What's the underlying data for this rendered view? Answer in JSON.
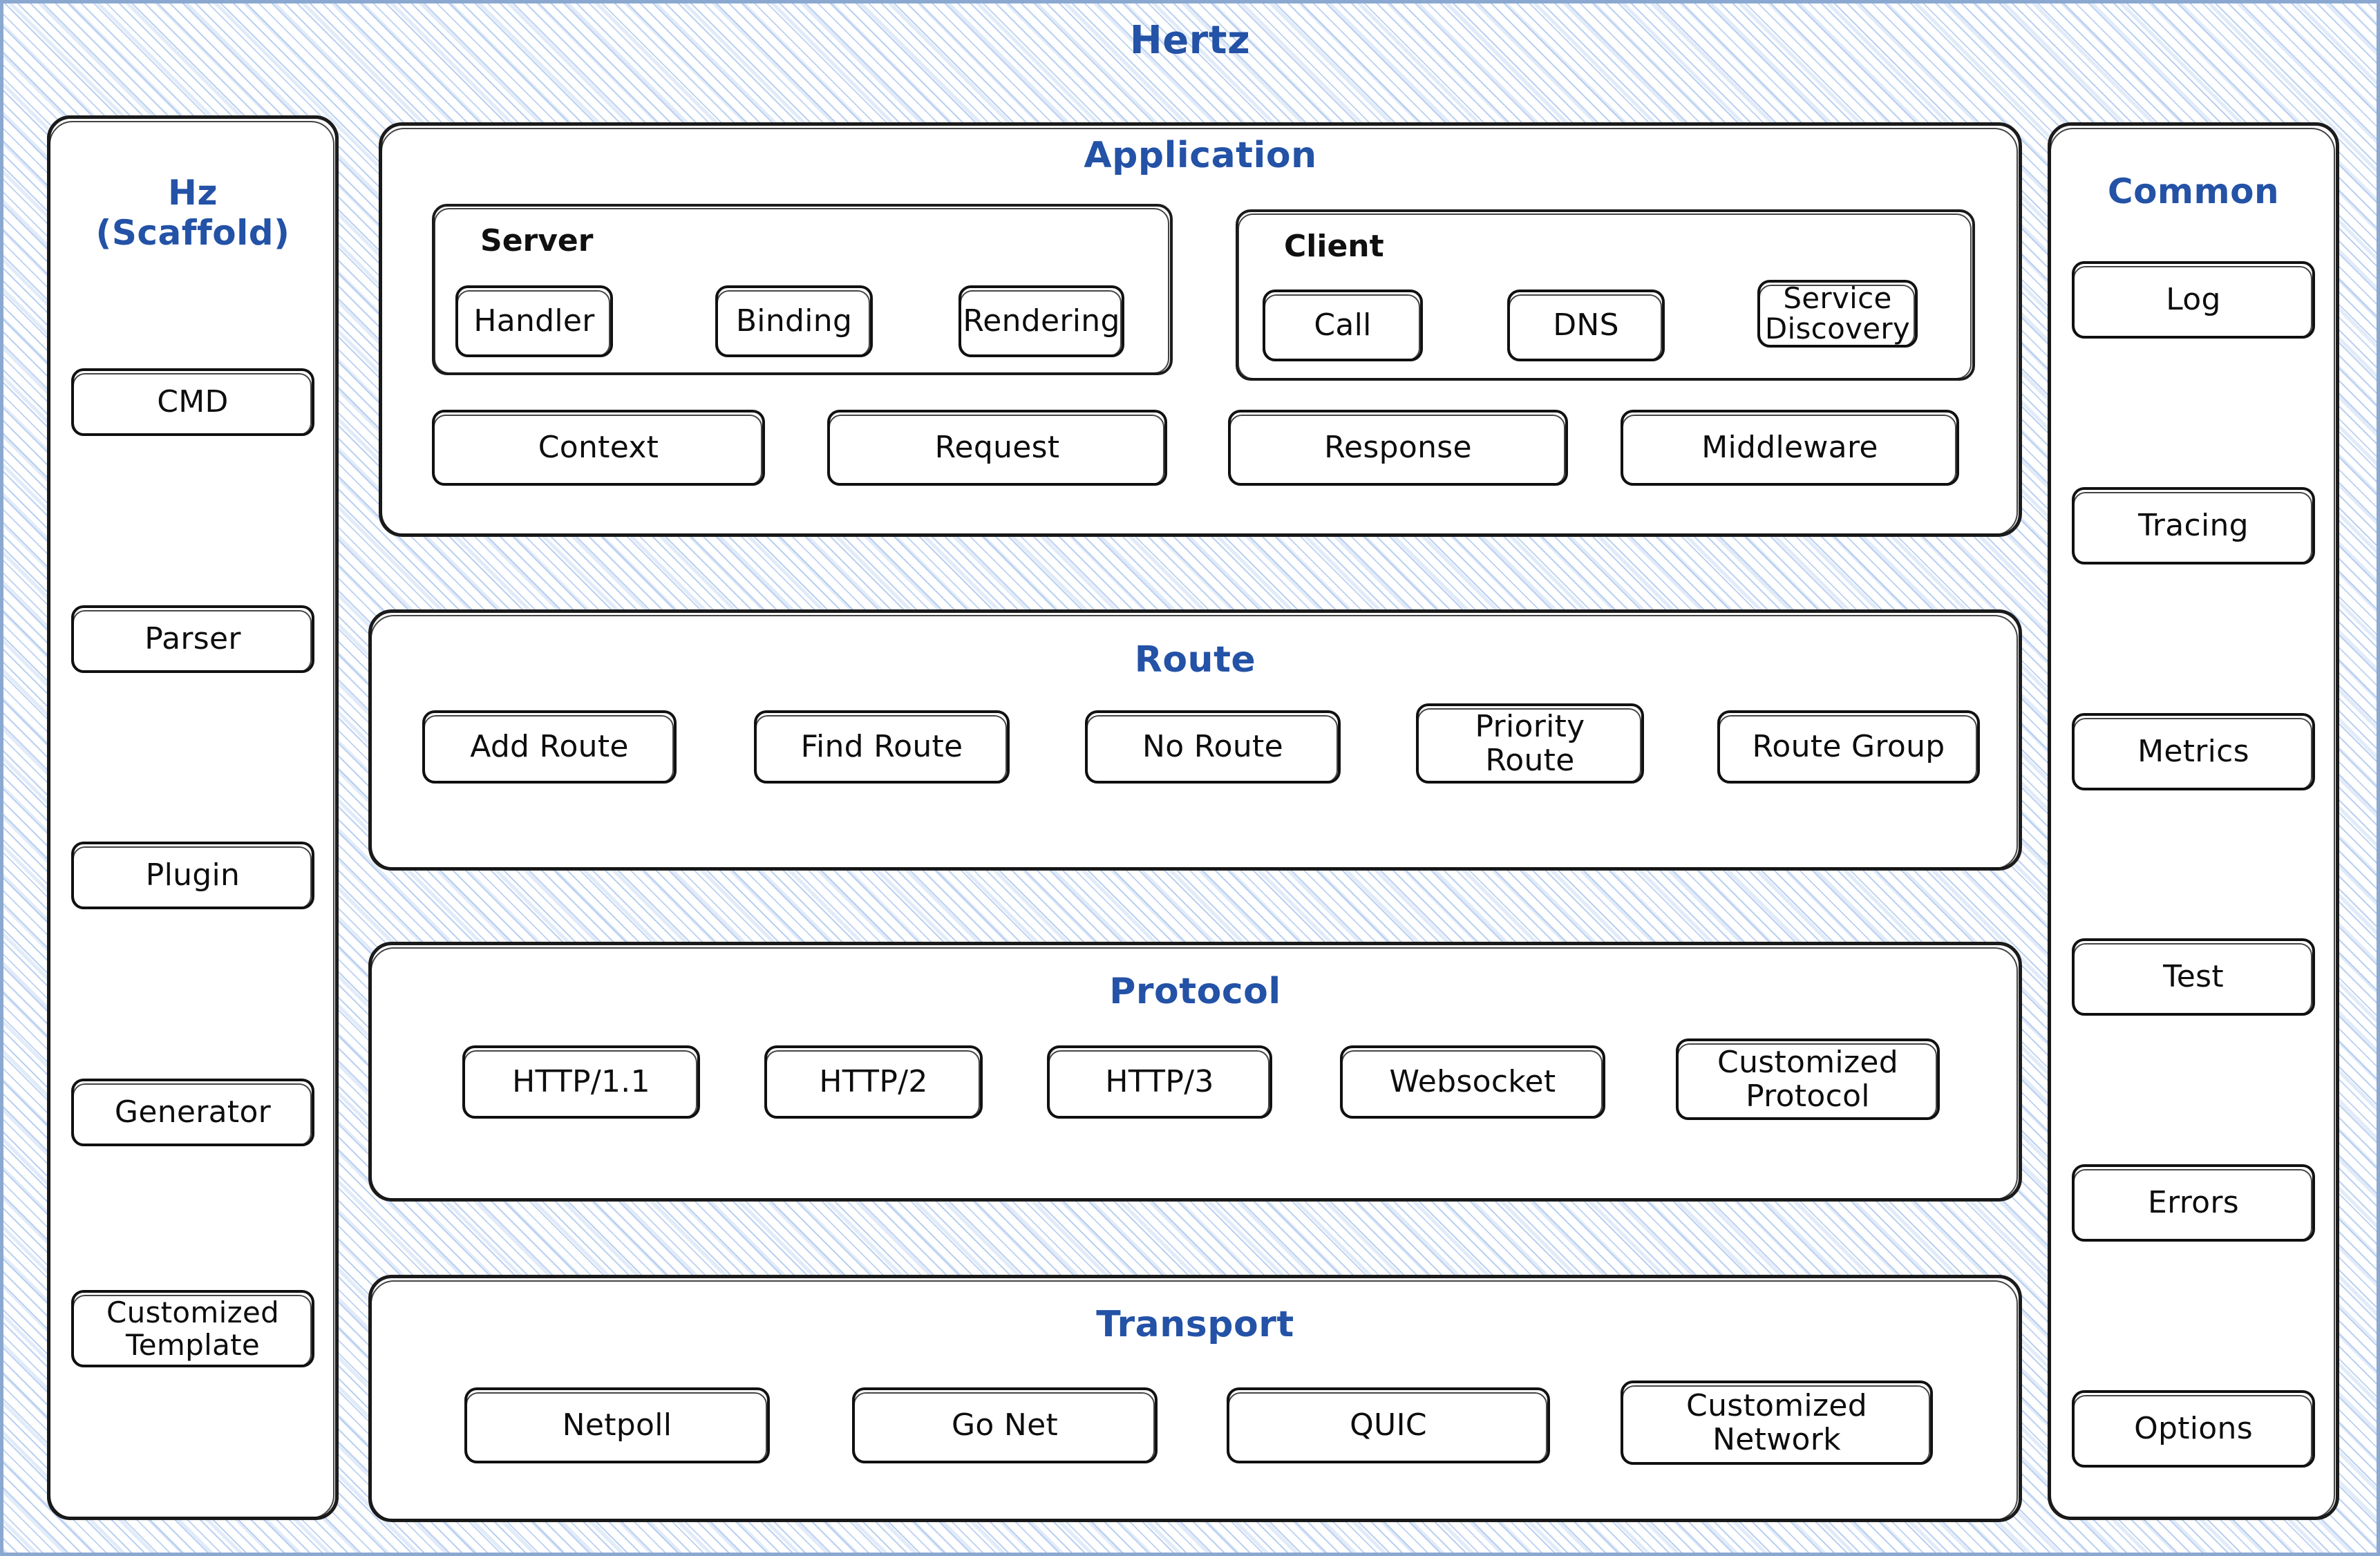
{
  "diagram": {
    "root_title": "Hertz",
    "accent_blue": "#2352a6",
    "border_color": "#8aa8d0",
    "stroke_color": "#111111"
  },
  "scaffold": {
    "title": "Hz\n(Scaffold)",
    "items": [
      {
        "label": "CMD"
      },
      {
        "label": "Parser"
      },
      {
        "label": "Plugin"
      },
      {
        "label": "Generator"
      },
      {
        "label": "Customized\nTemplate"
      }
    ]
  },
  "layers": {
    "application": {
      "title": "Application",
      "server": {
        "title": "Server",
        "items": [
          {
            "label": "Handler"
          },
          {
            "label": "Binding"
          },
          {
            "label": "Rendering"
          }
        ]
      },
      "client": {
        "title": "Client",
        "items": [
          {
            "label": "Call"
          },
          {
            "label": "DNS"
          },
          {
            "label": "Service\nDiscovery"
          }
        ]
      },
      "items": [
        {
          "label": "Context"
        },
        {
          "label": "Request"
        },
        {
          "label": "Response"
        },
        {
          "label": "Middleware"
        }
      ]
    },
    "route": {
      "title": "Route",
      "items": [
        {
          "label": "Add Route"
        },
        {
          "label": "Find Route"
        },
        {
          "label": "No Route"
        },
        {
          "label": "Priority\nRoute"
        },
        {
          "label": "Route Group"
        }
      ]
    },
    "protocol": {
      "title": "Protocol",
      "items": [
        {
          "label": "HTTP/1.1"
        },
        {
          "label": "HTTP/2"
        },
        {
          "label": "HTTP/3"
        },
        {
          "label": "Websocket"
        },
        {
          "label": "Customized\nProtocol"
        }
      ]
    },
    "transport": {
      "title": "Transport",
      "items": [
        {
          "label": "Netpoll"
        },
        {
          "label": "Go Net"
        },
        {
          "label": "QUIC"
        },
        {
          "label": "Customized\nNetwork"
        }
      ]
    }
  },
  "common": {
    "title": "Common",
    "items": [
      {
        "label": "Log"
      },
      {
        "label": "Tracing"
      },
      {
        "label": "Metrics"
      },
      {
        "label": "Test"
      },
      {
        "label": "Errors"
      },
      {
        "label": "Options"
      }
    ]
  }
}
